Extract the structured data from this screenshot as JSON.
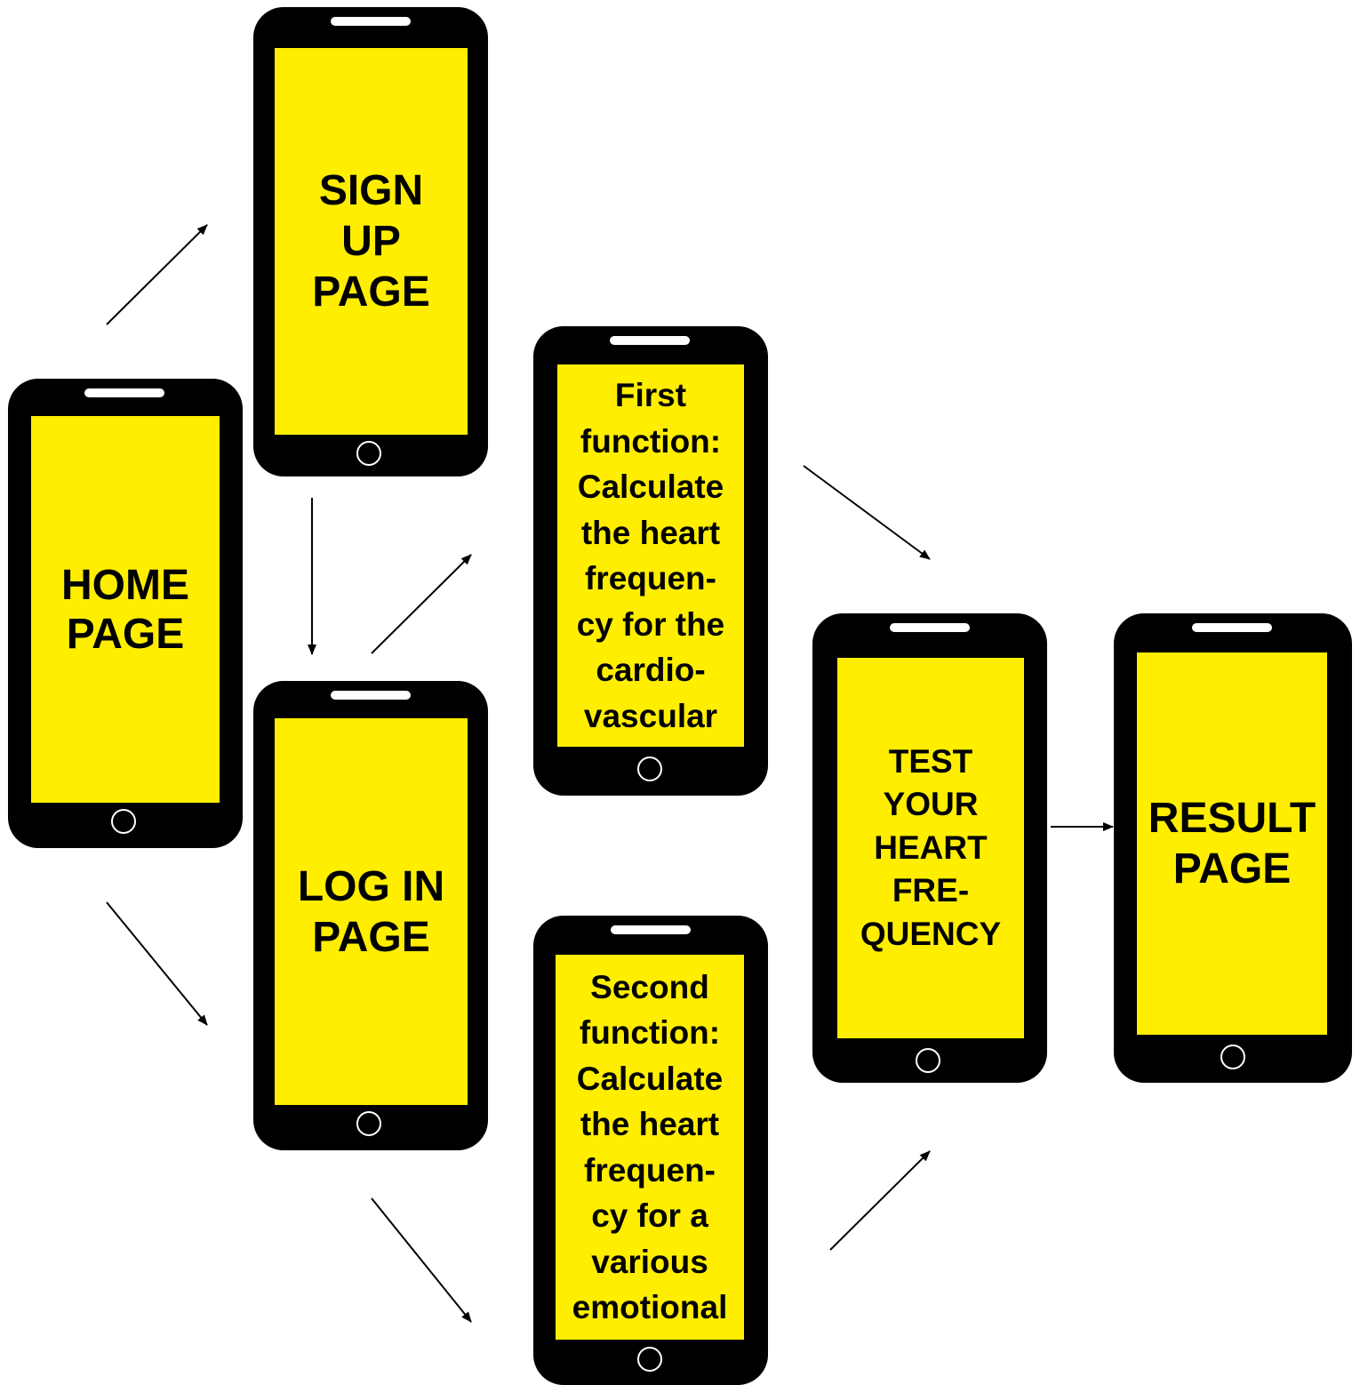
{
  "colors": {
    "phone_body": "#000000",
    "screen": "#ffee00",
    "text": "#000000",
    "arrow": "#000000"
  },
  "screens": {
    "home": {
      "label": "HOME\nPAGE"
    },
    "signup": {
      "label": "SIGN\nUP\nPAGE"
    },
    "login": {
      "label": "LOG IN\nPAGE"
    },
    "first_function": {
      "label": "First\nfunction:\nCalculate\nthe heart\nfrequen-\ncy for the\ncardio-\nvascular"
    },
    "second_function": {
      "label": "Second\nfunction:\nCalculate\nthe heart\nfrequen-\ncy for a\nvarious\nemotional"
    },
    "test": {
      "label": "TEST\nYOUR\nHEART\nFRE-\nQUENCY"
    },
    "result": {
      "label": "RESULT\nPAGE"
    }
  },
  "flow": [
    {
      "from": "home",
      "to": "signup"
    },
    {
      "from": "home",
      "to": "login"
    },
    {
      "from": "signup",
      "to": "login"
    },
    {
      "from": "login",
      "to": "first_function"
    },
    {
      "from": "login",
      "to": "second_function"
    },
    {
      "from": "first_function",
      "to": "test"
    },
    {
      "from": "second_function",
      "to": "test"
    },
    {
      "from": "test",
      "to": "result"
    }
  ]
}
